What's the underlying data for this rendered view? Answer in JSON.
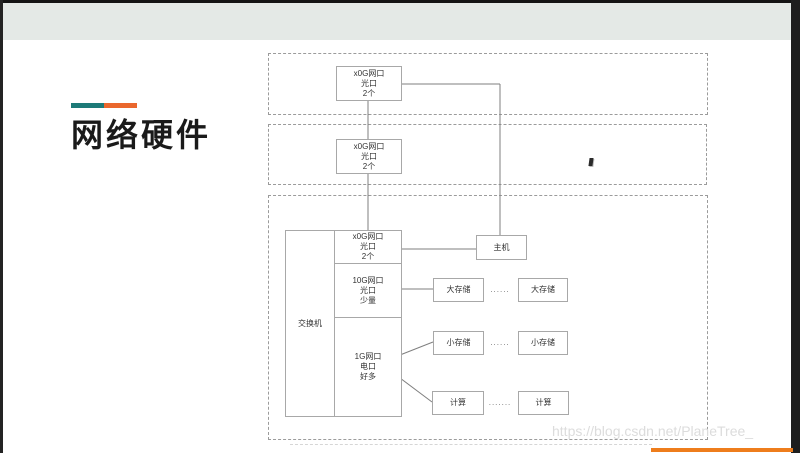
{
  "title": {
    "text": "网络硬件"
  },
  "diagram": {
    "router_port_top": "x0G网口\n光口\n2个",
    "router_port_mid": "x0G网口\n光口\n2个",
    "switch_label": "交换机",
    "switch_ports": [
      "x0G网口\n光口\n2个",
      "10G网口\n光口\n少量",
      "1G网口\n电口\n好多"
    ],
    "host": "主机",
    "big_storage_1": "大存储",
    "big_storage_2": "大存储",
    "small_storage_1": "小存储",
    "small_storage_2": "小存储",
    "compute_1": "计算",
    "compute_2": "计算",
    "ellipsis_big": "......",
    "ellipsis_small": "......",
    "ellipsis_compute": "......."
  },
  "watermark": {
    "text": "https://blog.csdn.net/PlaneTree_"
  },
  "colors": {
    "accent_teal": "#1d7a78",
    "accent_orange": "#ea672d",
    "header_bar": "#e4e9e6",
    "progress_orange": "#ee7d1c"
  }
}
